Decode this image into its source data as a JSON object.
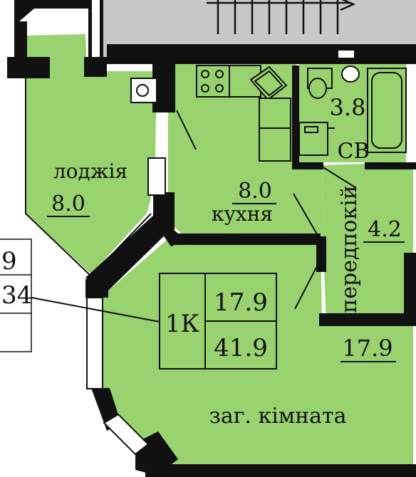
{
  "colors": {
    "floor": "#99d36f",
    "wall": "#111111",
    "stairs_bg": "#c8c8c8",
    "legend_blue": "#2a56b8",
    "paper": "#ffffff"
  },
  "rooms": {
    "loggia": {
      "name": "лоджія",
      "area": "8.0"
    },
    "kitchen": {
      "name": "кухня",
      "area": "8.0"
    },
    "bathroom": {
      "name": "СВ",
      "area": "3.8"
    },
    "hallway": {
      "name": "передпокій",
      "area": "4.2"
    },
    "living": {
      "name": "заг. кімната",
      "area": "17.9"
    }
  },
  "apartment": {
    "type": "1К",
    "living_area": "17.9",
    "total_area": "41.9"
  },
  "legend_fragment": {
    "top": "9",
    "bottom": "34"
  }
}
